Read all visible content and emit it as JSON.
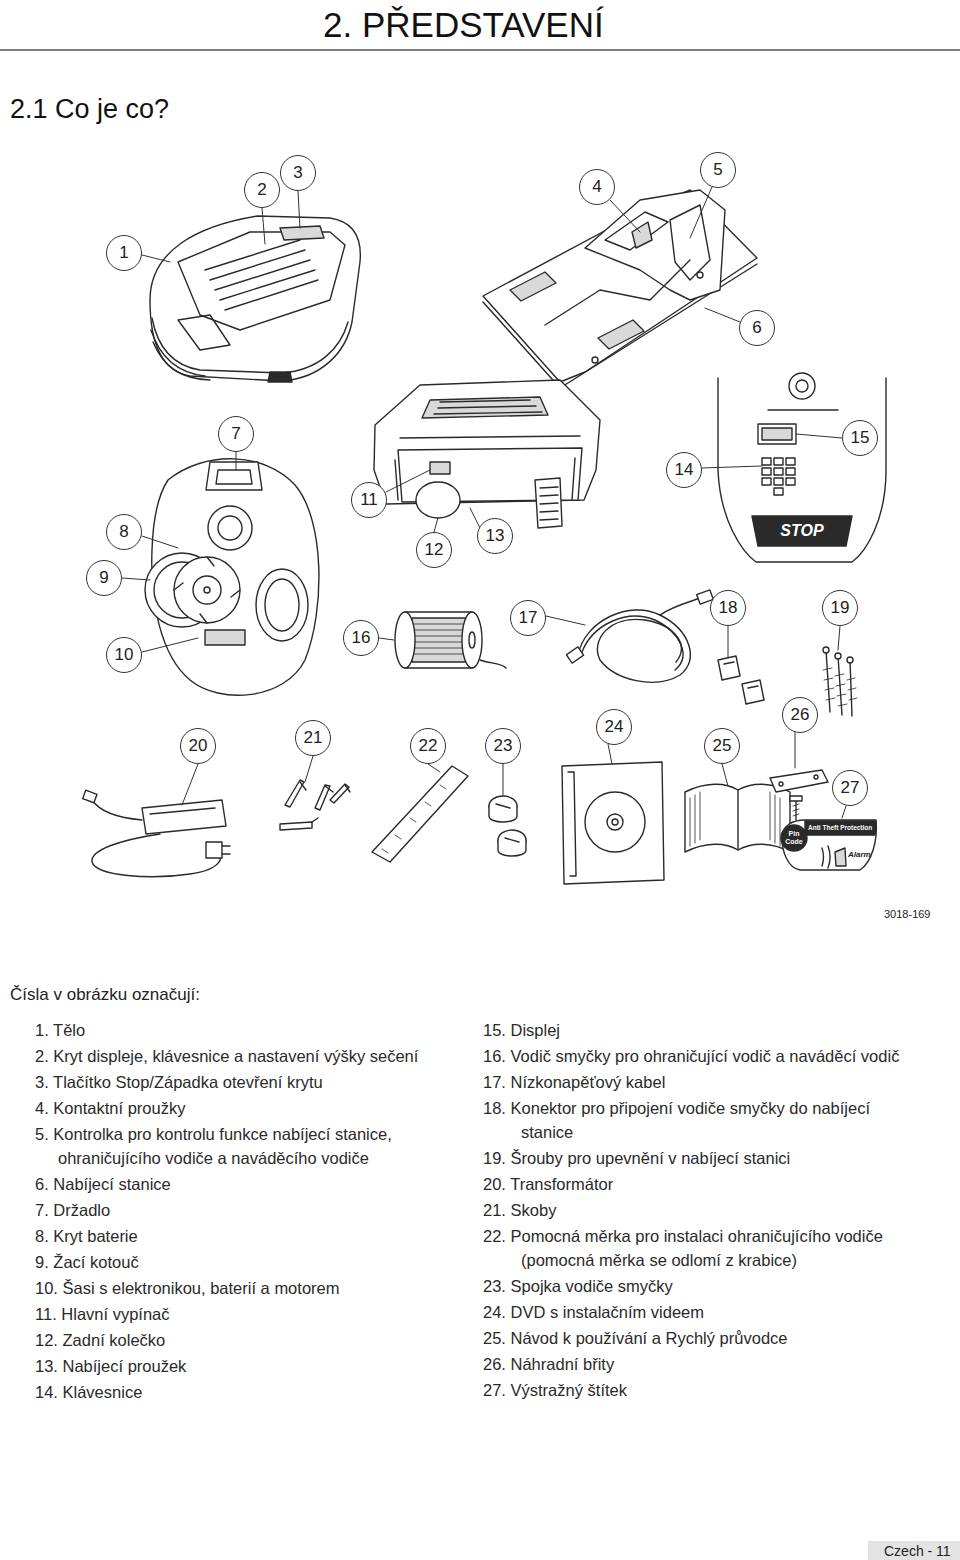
{
  "diagram": {
    "title": "2. PŘEDSTAVENÍ",
    "labels": [
      "2.1 Co je co?",
      "1",
      "2",
      "3",
      "4",
      "5",
      "6",
      "7",
      "8",
      "9",
      "10",
      "11",
      "12",
      "13",
      "14",
      "15",
      "16",
      "17",
      "18",
      "19",
      "20",
      "21",
      "22",
      "23",
      "24",
      "25",
      "26",
      "27",
      "STOP",
      "Pin Code",
      "Anti Theft Protection",
      "Alarm",
      "3018-169",
      "Čísla v obrázku označují:",
      "1. Tělo",
      "2. Kryt displeje, klávesnice a nastavení výšky sečení",
      "3. Tlačítko Stop/Západka otevření krytu",
      "4. Kontaktní proužky",
      "5. Kontrolka pro kontrolu funkce nabíjecí stanice, ohraničujícího vodiče a naváděcího vodiče",
      "6. Nabíjecí stanice",
      "7. Držadlo",
      "8. Kryt baterie",
      "9. Žací kotouč",
      "10. Šasi s elektronikou, baterií a motorem",
      "11. Hlavní vypínač",
      "12. Zadní kolečko",
      "13. Nabíjecí proužek",
      "14. Klávesnice",
      "15. Displej",
      "16. Vodič smyčky pro ohraničující vodič a naváděcí vodič",
      "17. Nízkonapěťový kabel",
      "18. Konektor pro připojení vodiče smyčky do nabíjecí stanice",
      "19. Šrouby pro upevnění v nabíjecí stanici",
      "20. Transformátor",
      "21. Skoby",
      "22. Pomocná měrka pro instalaci ohraničujícího vodiče (pomocná měrka se odlomí z krabice)",
      "23. Spojka vodiče smyčky",
      "24. DVD s instalačním videem",
      "25. Návod k používání a Rychlý průvodce",
      "26. Náhradní břity",
      "27. Výstražný štítek",
      "Czech - 11"
    ]
  }
}
